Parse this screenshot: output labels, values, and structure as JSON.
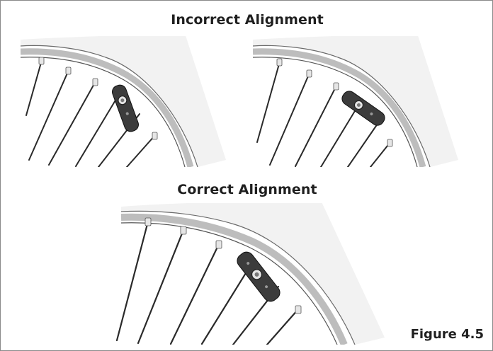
{
  "headings": {
    "incorrect": "Incorrect Alignment",
    "correct": "Correct Alignment"
  },
  "figure_label": "Figure 4.5",
  "colors": {
    "tire_dark": "#3a3a3a",
    "tire_light": "#f4f4f4",
    "rim": "#cfcfcf",
    "spoke": "#2a2a2a",
    "reflector": "#3c3c3c",
    "text": "#1f1f1f"
  },
  "illustrations": [
    {
      "id": "incorrect-left",
      "group": "incorrect",
      "reflector_angle_deg": 70
    },
    {
      "id": "incorrect-right",
      "group": "incorrect",
      "reflector_angle_deg": 35
    },
    {
      "id": "correct",
      "group": "correct",
      "reflector_angle_deg": 52
    }
  ]
}
